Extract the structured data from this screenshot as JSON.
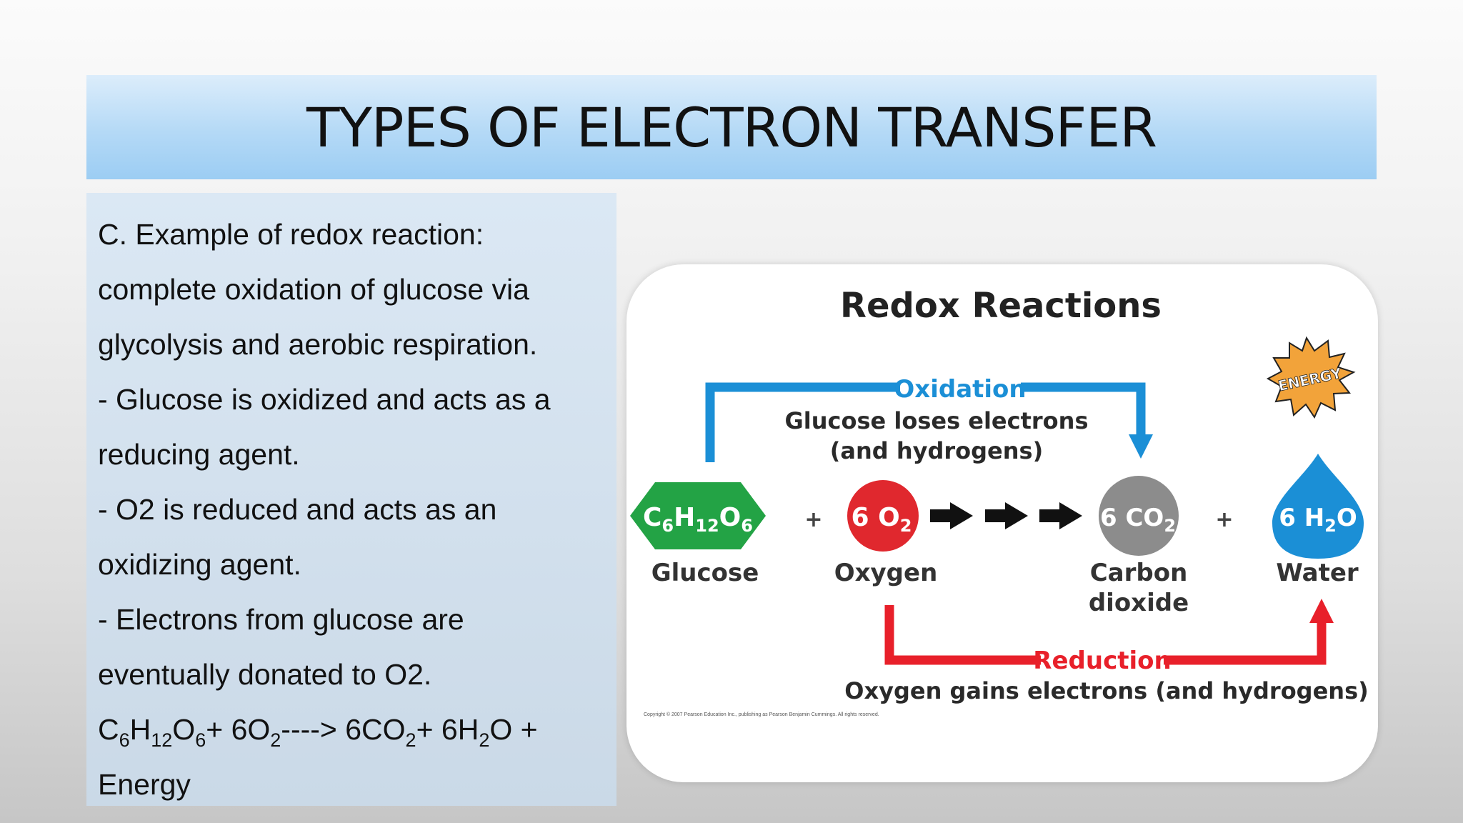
{
  "slide": {
    "title": "TYPES OF ELECTRON TRANSFER"
  },
  "text_panel": {
    "lines": [
      "C. Example of redox reaction:",
      "complete oxidation of glucose via",
      "glycolysis and aerobic respiration.",
      "- Glucose is oxidized and acts as a",
      "reducing agent.",
      "- O2 is reduced and acts as an",
      "oxidizing agent.",
      "- Electrons from glucose are",
      "eventually donated to O2."
    ],
    "equation": {
      "glucose_c": "C",
      "glucose_c_sub": "6",
      "glucose_h": "H",
      "glucose_h_sub": "12",
      "glucose_o": "O",
      "glucose_o_sub": "6",
      "plus_o2": "+ 6O",
      "o2_sub": "2",
      "arrow_co2": "----> 6CO",
      "co2_sub": "2",
      "plus_h2o": "+ 6H",
      "h2o_sub": "2",
      "h2o_end": "O +",
      "energy": "Energy"
    }
  },
  "diagram": {
    "title": "Redox Reactions",
    "oxidation_label": "Oxidation",
    "oxidation_desc_1": "Glucose loses electrons",
    "oxidation_desc_2": "(and hydrogens)",
    "reduction_label": "Reduction",
    "reduction_desc": "Oxygen gains electrons (and hydrogens)",
    "energy_label": "ENERGY",
    "plus_sign": "+",
    "copyright": "Copyright © 2007 Pearson Education Inc., publishing as Pearson Benjamin Cummings. All rights reserved.",
    "molecules": {
      "glucose": {
        "formula_main": "C",
        "s1": "6",
        "m2": "H",
        "s2": "12",
        "m3": "O",
        "s3": "6",
        "name": "Glucose"
      },
      "oxygen": {
        "formula_main": "6 O",
        "s1": "2",
        "name": "Oxygen"
      },
      "co2": {
        "formula_main": "6 CO",
        "s1": "2",
        "name_1": "Carbon",
        "name_2": "dioxide"
      },
      "water": {
        "formula_main": "6 H",
        "s1": "2",
        "formula_end": "O",
        "name": "Water"
      }
    },
    "colors": {
      "oxidation": "#1b8fd6",
      "reduction": "#e8202a",
      "glucose": "#23a345",
      "oxygen": "#e0282e",
      "co2": "#8c8c8c",
      "water": "#1b8fd6",
      "energy": "#f2a33a"
    }
  }
}
